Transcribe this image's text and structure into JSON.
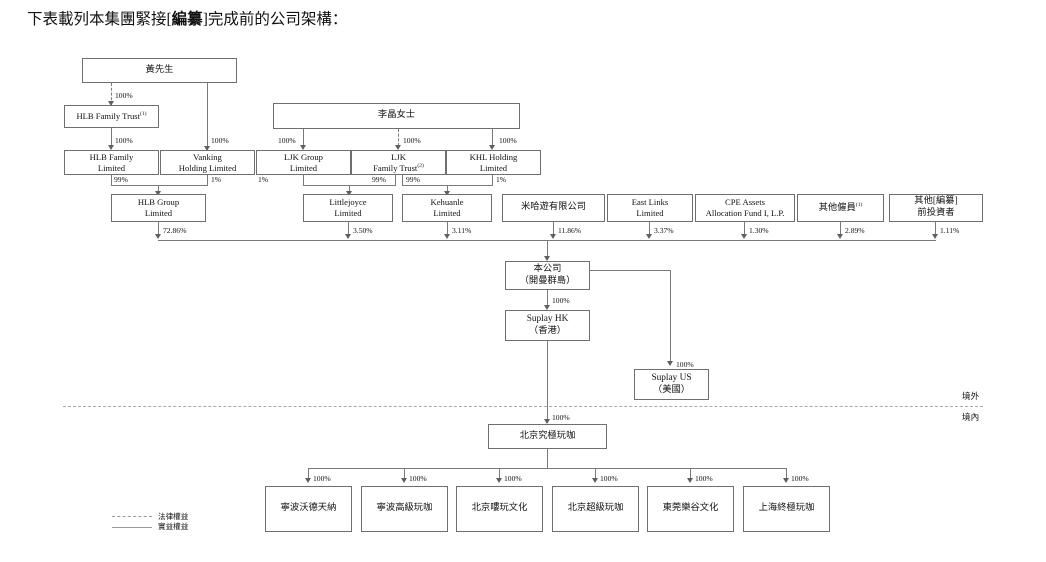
{
  "intro": {
    "prefix": "下表載列本集團緊接[",
    "bold": "編纂",
    "suffix": "]完成前的公司架構："
  },
  "region_labels": {
    "offshore": "境外",
    "onshore": "境內"
  },
  "legend": {
    "legal": "法律權益",
    "beneficial": "實益權益"
  },
  "nodes": {
    "mr_huang": {
      "line1": "黃先生"
    },
    "ms_li": {
      "line1": "李晶女士"
    },
    "hlb_family_trust": {
      "line1": "HLB Family Trust",
      "note": "(1)"
    },
    "hlb_family_ltd": {
      "line1": "HLB Family",
      "line2": "Limited"
    },
    "vanking": {
      "line1": "Vanking",
      "line2": "Holding Limited"
    },
    "ljk_group": {
      "line1": "LJK Group",
      "line2": "Limited"
    },
    "ljk_family_trust": {
      "line1": "LJK",
      "line2": "Family Trust",
      "note": "(2)"
    },
    "khl_holding": {
      "line1": "KHL Holding",
      "line2": "Limited"
    },
    "hlb_group": {
      "line1": "HLB Group",
      "line2": "Limited"
    },
    "littlejoyce": {
      "line1": "Littlejoyce",
      "line2": "Limited"
    },
    "kehuanle": {
      "line1": "Kehuanle",
      "line2": "Limited"
    },
    "mihoyo": {
      "line1": "米哈遊有限公司"
    },
    "east_links": {
      "line1": "East Links",
      "line2": "Limited"
    },
    "cpe_assets": {
      "line1": "CPE Assets",
      "line2": "Allocation Fund I, L.P."
    },
    "other_employees": {
      "line1": "其他僱員",
      "note": "(1)"
    },
    "other_preipo": {
      "line1": "其他[編纂]",
      "line2": "前投資者"
    },
    "company": {
      "line1": "本公司",
      "line2": "（開曼群島）"
    },
    "suplay_hk": {
      "line1": "Suplay HK",
      "line2": "（香港）"
    },
    "suplay_us": {
      "line1": "Suplay US",
      "line2": "（美國）"
    },
    "beijing_jiuji": {
      "line1": "北京究極玩咖"
    },
    "ningbo_wodetianna": {
      "line1": "寧波沃德天納"
    },
    "ningbo_gaoji": {
      "line1": "寧波高級玩咖"
    },
    "beijing_luowan": {
      "line1": "北京嘍玩文化"
    },
    "beijing_chaoji": {
      "line1": "北京超級玩咖"
    },
    "dongguan_legu": {
      "line1": "東莞樂谷文化"
    },
    "shanghai_zhongji": {
      "line1": "上海終極玩咖"
    }
  },
  "percents": {
    "huang_to_trust": "100%",
    "huang_to_vanking": "100%",
    "trust_to_hlbfamily": "100%",
    "li_to_ljkgroup": "100%",
    "li_to_ljktrust": "100%",
    "li_to_khl": "100%",
    "hlbfamily_to_hlbgroup": "99%",
    "vanking_to_hlbgroup": "1%",
    "ljkgroup_to_littlejoyce": "1%",
    "ljktrust_to_littlejoyce": "99%",
    "ljktrust_to_kehuanle": "99%",
    "khl_to_kehuanle": "1%",
    "hlbgroup_to_company": "72.86%",
    "littlejoyce_to_company": "3.50%",
    "kehuanle_to_company": "3.11%",
    "mihoyo_to_company": "11.86%",
    "eastlinks_to_company": "3.37%",
    "cpe_to_company": "1.30%",
    "employees_to_company": "2.89%",
    "preipo_to_company": "1.11%",
    "company_to_suplayhk": "100%",
    "company_to_suplayus": "100%",
    "suplayhk_to_beijing": "100%",
    "beijing_to_sub1": "100%",
    "beijing_to_sub2": "100%",
    "beijing_to_sub3": "100%",
    "beijing_to_sub4": "100%",
    "beijing_to_sub5": "100%",
    "beijing_to_sub6": "100%"
  }
}
